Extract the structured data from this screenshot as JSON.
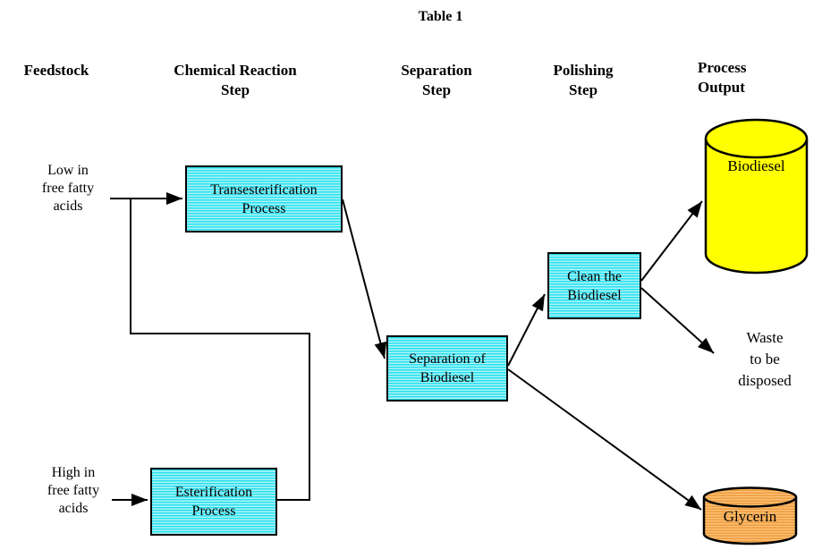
{
  "title": "Table 1",
  "columns": {
    "feedstock": "Feedstock",
    "chemical_reaction": "Chemical Reaction\nStep",
    "separation": "Separation\nStep",
    "polishing": "Polishing\nStep",
    "process_output": "Process\nOutput"
  },
  "feedstocks": {
    "low_ffa": "Low in\nfree fatty\nacids",
    "high_ffa": "High in\nfree fatty\nacids"
  },
  "processes": {
    "transesterification": "Transesterification\nProcess",
    "esterification": "Esterification\nProcess",
    "separation": "Separation of\nBiodiesel",
    "clean": "Clean the\nBiodiesel"
  },
  "outputs": {
    "biodiesel": "Biodiesel",
    "glycerin": "Glycerin",
    "waste": "Waste\nto be\ndisposed"
  },
  "colors": {
    "process_box_stripe_bright": "#27e0ee",
    "process_box_stripe_light": "#aff3f8",
    "box_border": "#000000",
    "biodiesel_fill": "#ffff00",
    "glycerin_stripe_dark": "#ef9a3d",
    "glycerin_stripe_light": "#fbc277",
    "line": "#000000",
    "text": "#000000",
    "background": "#ffffff"
  }
}
